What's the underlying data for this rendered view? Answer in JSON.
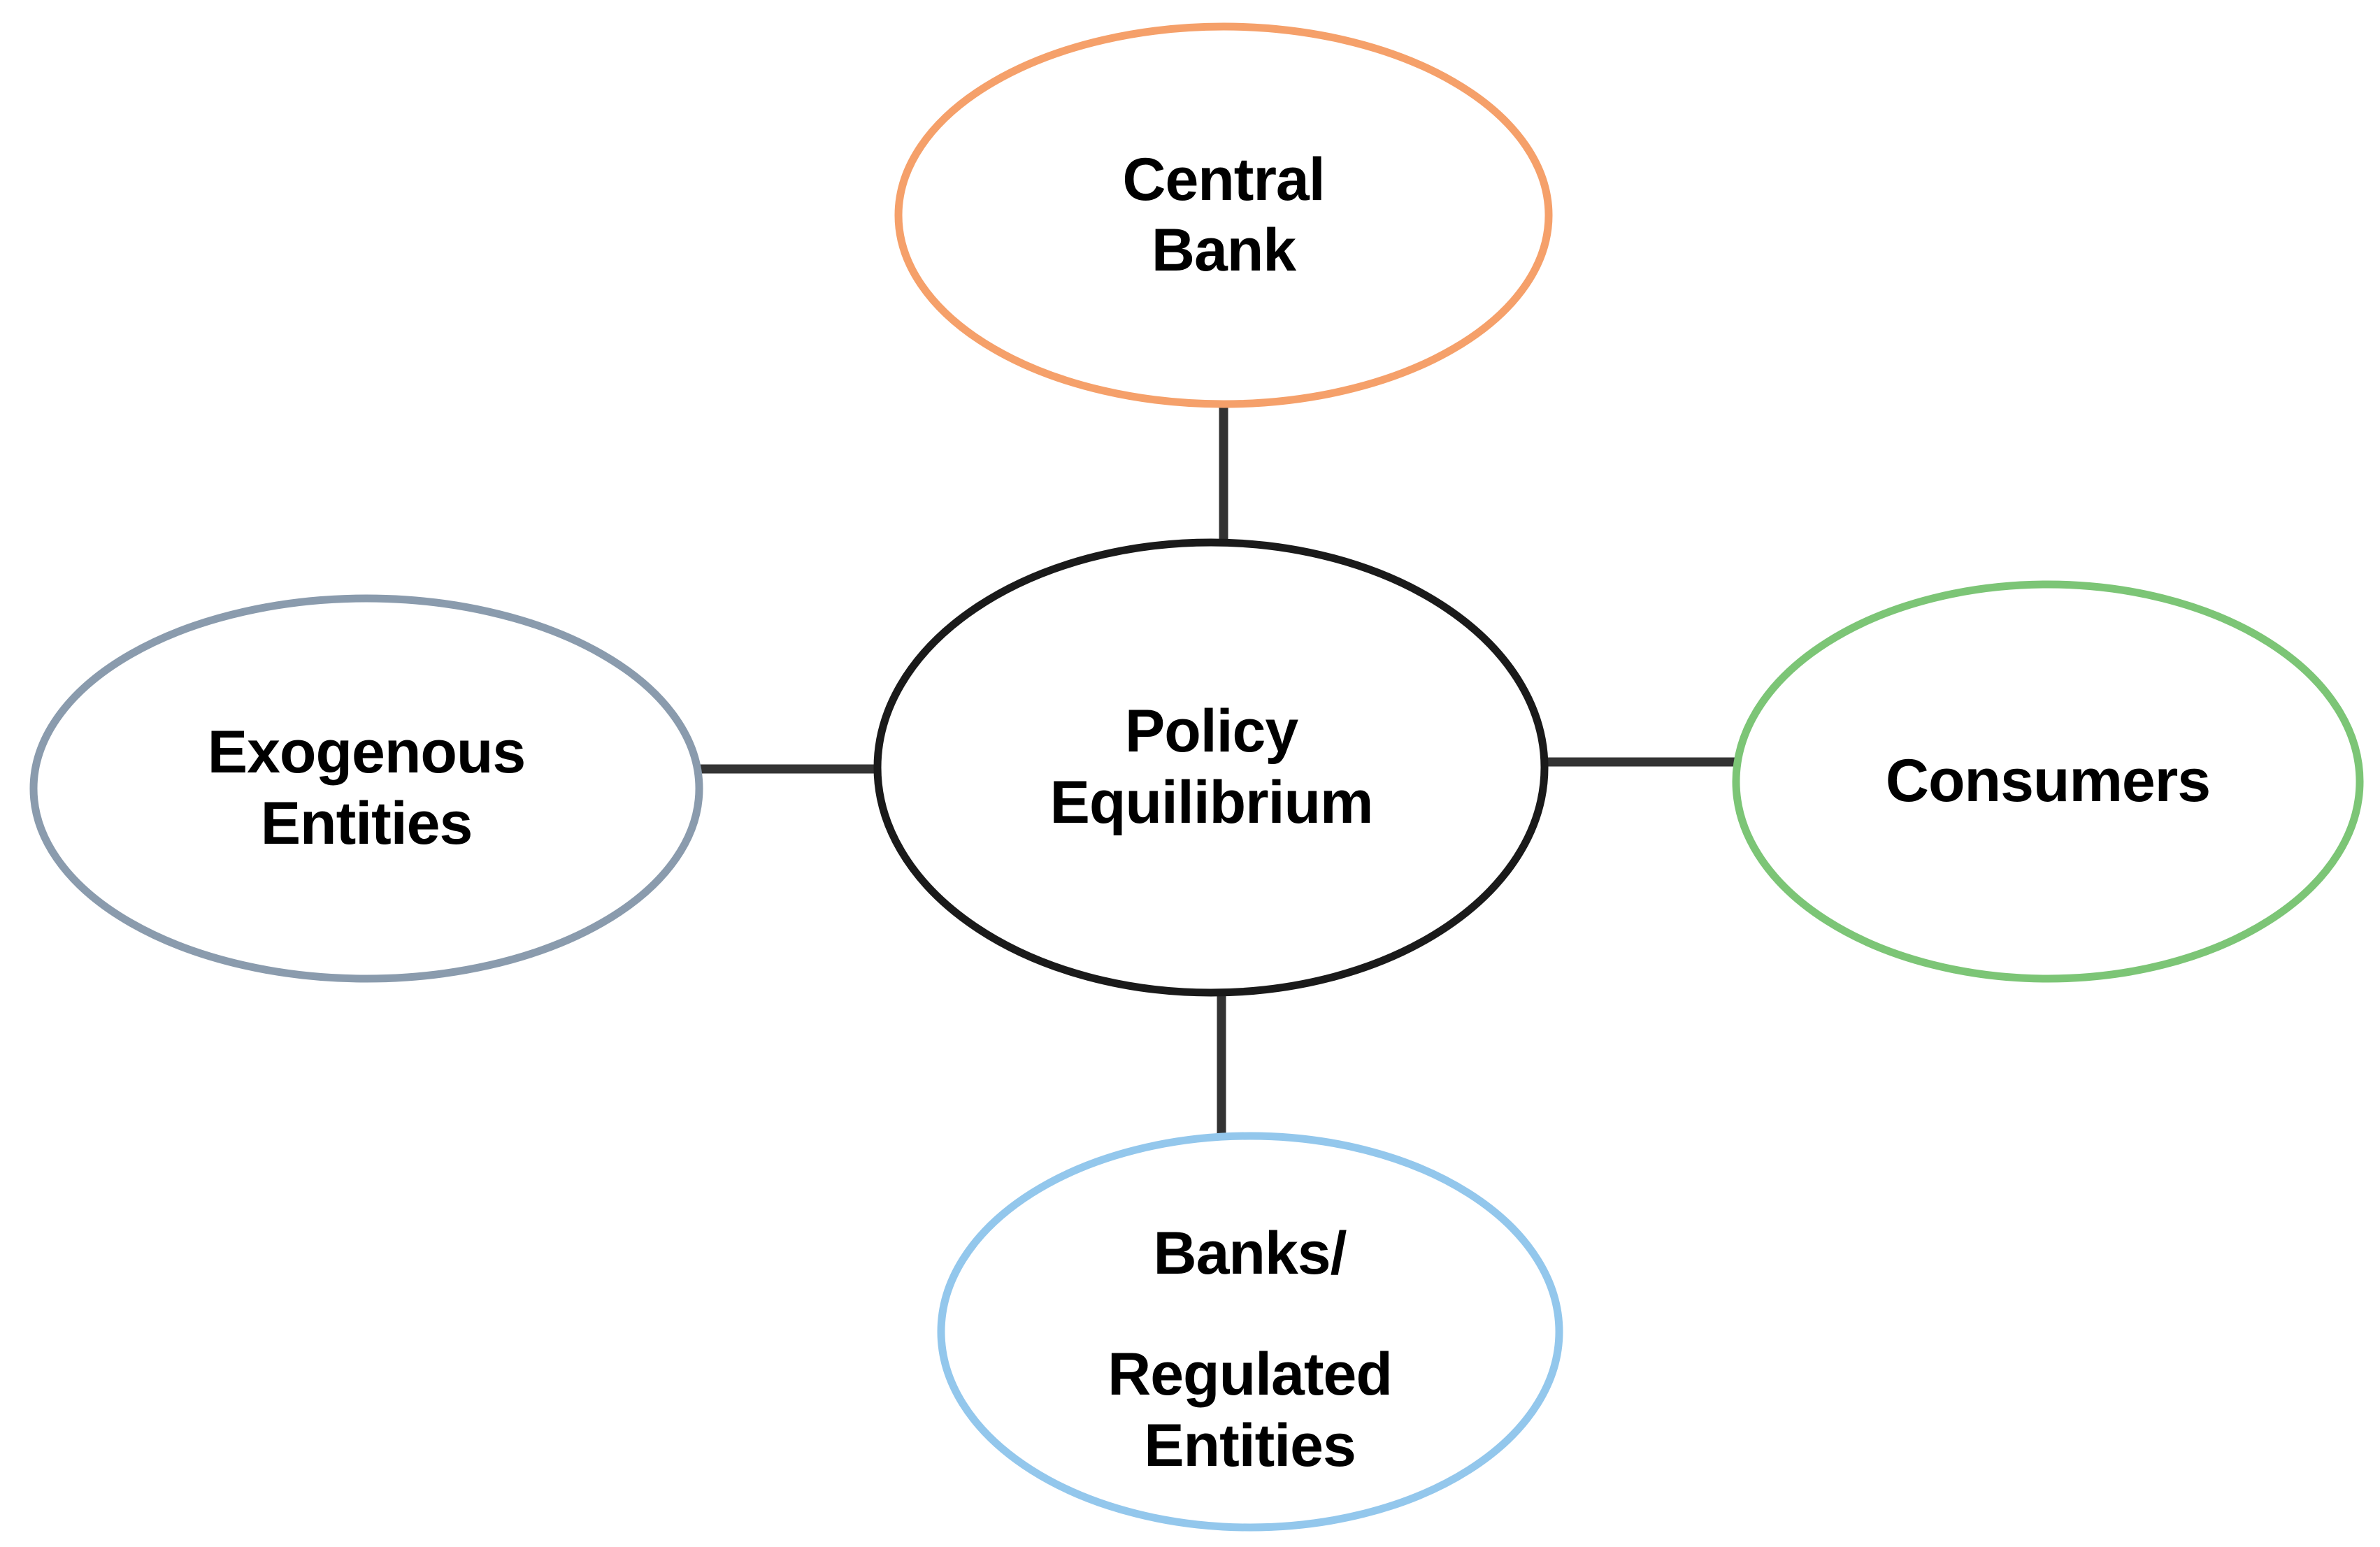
{
  "diagram": {
    "type": "hub-and-spoke-ellipse-diagram",
    "background_color": "#FFFFFF",
    "connector_color": "#333333",
    "text_color": "#000000",
    "center": {
      "name": "policy-equilibrium",
      "line1": "Policy",
      "line2": "Equilibrium",
      "stroke_color": "#1A1A1A"
    },
    "nodes": [
      {
        "name": "central-bank",
        "position": "top",
        "line1": "Central",
        "line2": "Bank",
        "stroke_color": "#F5A06A"
      },
      {
        "name": "exogenous-entities",
        "position": "left",
        "line1": "Exogenous",
        "line2": "Entities",
        "stroke_color": "#8A9BAD"
      },
      {
        "name": "consumers",
        "position": "right",
        "line1": "Consumers",
        "line2": "",
        "stroke_color": "#7CC576"
      },
      {
        "name": "banks-regulated-entities",
        "position": "bottom",
        "line1": "Banks/",
        "line2": "Regulated",
        "line3": "Entities",
        "stroke_color": "#93C7EC"
      }
    ],
    "connectors": [
      {
        "name": "connector-center-to-central-bank",
        "from": "policy-equilibrium",
        "to": "central-bank"
      },
      {
        "name": "connector-center-to-exogenous-entities",
        "from": "policy-equilibrium",
        "to": "exogenous-entities"
      },
      {
        "name": "connector-center-to-consumers",
        "from": "policy-equilibrium",
        "to": "consumers"
      },
      {
        "name": "connector-center-to-banks",
        "from": "policy-equilibrium",
        "to": "banks-regulated-entities"
      }
    ]
  }
}
